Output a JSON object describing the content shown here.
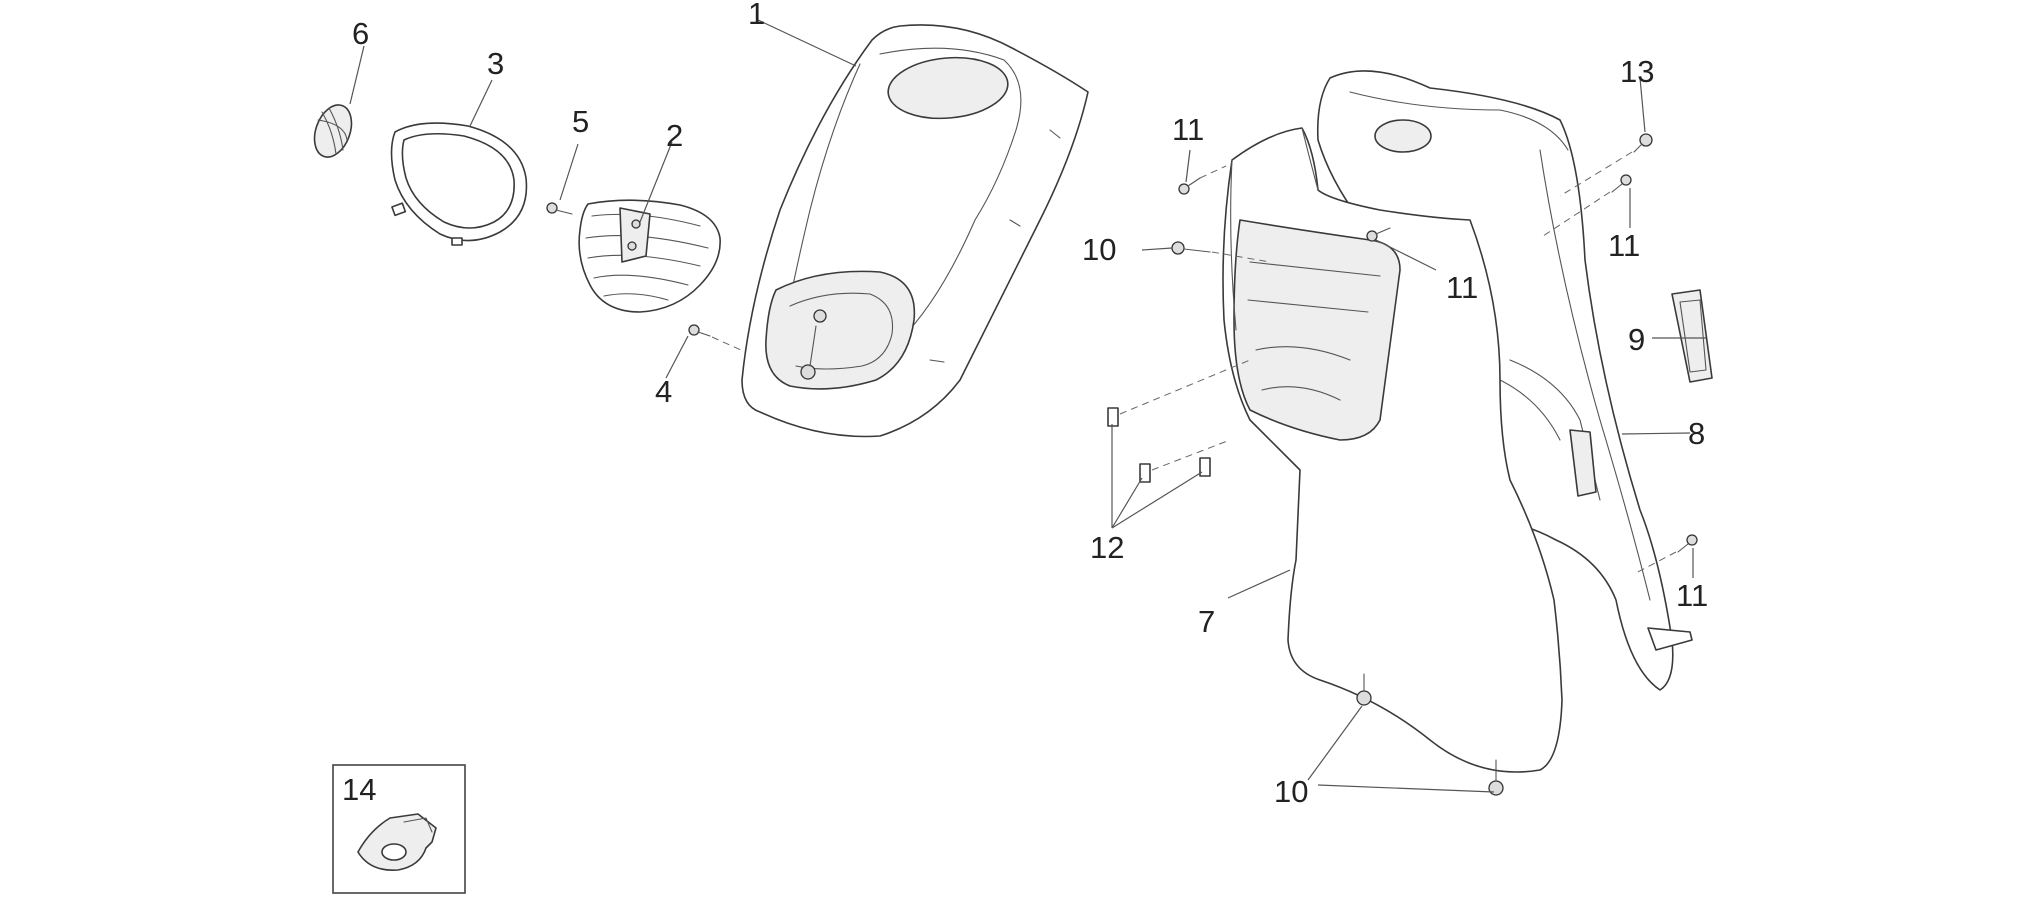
{
  "callouts": [
    {
      "id": "c6",
      "text": "6"
    },
    {
      "id": "c3",
      "text": "3"
    },
    {
      "id": "c1",
      "text": "1"
    },
    {
      "id": "c5",
      "text": "5"
    },
    {
      "id": "c2",
      "text": "2"
    },
    {
      "id": "c4",
      "text": "4"
    },
    {
      "id": "c11a",
      "text": "11"
    },
    {
      "id": "c10a",
      "text": "10"
    },
    {
      "id": "c11b",
      "text": "11"
    },
    {
      "id": "c13",
      "text": "13"
    },
    {
      "id": "c11c",
      "text": "11"
    },
    {
      "id": "c9",
      "text": "9"
    },
    {
      "id": "c8",
      "text": "8"
    },
    {
      "id": "c12",
      "text": "12"
    },
    {
      "id": "c11d",
      "text": "11"
    },
    {
      "id": "c7",
      "text": "7"
    },
    {
      "id": "c10b",
      "text": "10"
    },
    {
      "id": "c14",
      "text": "14"
    }
  ],
  "colors": {
    "line": "#3a3a3a",
    "background": "#ffffff"
  }
}
